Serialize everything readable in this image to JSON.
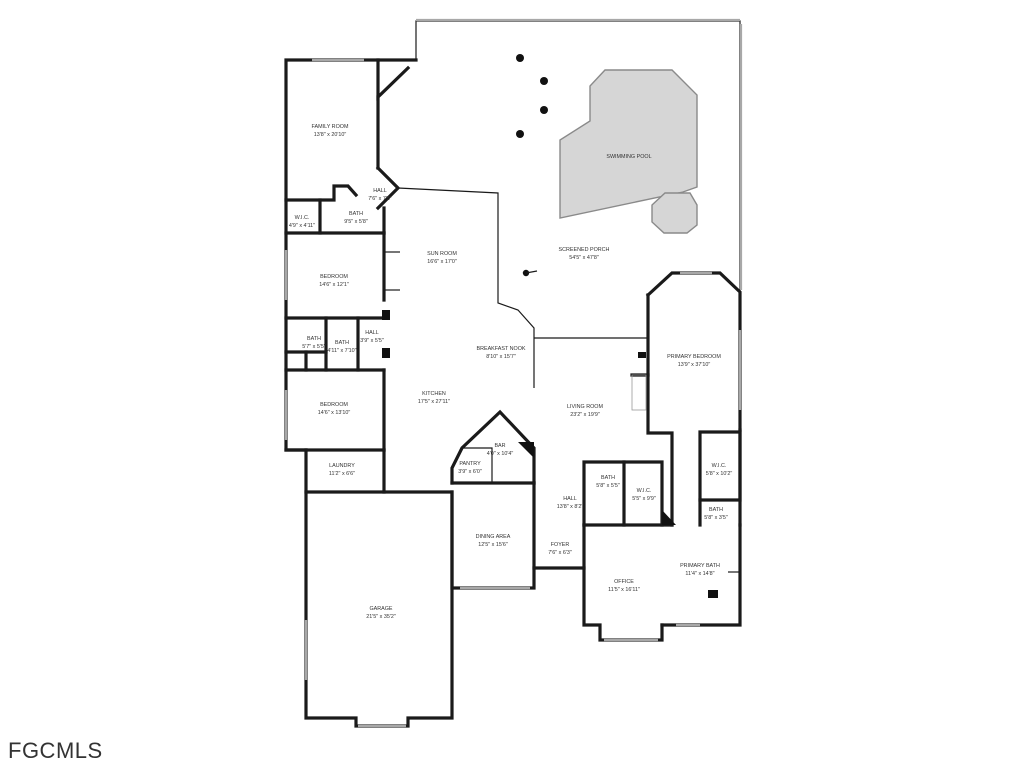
{
  "watermark": "FGCMLS",
  "rooms": {
    "family_room": {
      "name": "FAMILY ROOM",
      "size": "13'8\" x 20'10\""
    },
    "hall_top": {
      "name": "HALL",
      "size": "7'6\" x 7'5\""
    },
    "wic_left": {
      "name": "W.I.C.",
      "size": "4'9\" x 4'11\""
    },
    "bath_top": {
      "name": "BATH",
      "size": "9'5\" x 5'8\""
    },
    "sun_room": {
      "name": "SUN ROOM",
      "size": "16'6\" x 17'0\""
    },
    "screened_porch": {
      "name": "SCREENED PORCH",
      "size": "54'5\" x 47'8\""
    },
    "swimming_pool": {
      "name": "SWIMMING POOL"
    },
    "bedroom_1": {
      "name": "BEDROOM",
      "size": "14'6\" x 12'1\""
    },
    "bath_small_1": {
      "name": "BATH",
      "size": "5'7\" x 5'5\""
    },
    "bath_small_2": {
      "name": "BATH",
      "size": "4'11\" x 7'10\""
    },
    "hall_mid": {
      "name": "HALL",
      "size": "3'9\" x 5'5\""
    },
    "breakfast_nook": {
      "name": "BREAKFAST NOOK",
      "size": "8'10\" x 15'7\""
    },
    "primary_bedroom": {
      "name": "PRIMARY BEDROOM",
      "size": "13'9\" x 37'10\""
    },
    "kitchen": {
      "name": "KITCHEN",
      "size": "17'5\" x 27'11\""
    },
    "bedroom_2": {
      "name": "BEDROOM",
      "size": "14'6\" x 13'10\""
    },
    "living_room": {
      "name": "LIVING ROOM",
      "size": "23'2\" x 19'9\""
    },
    "bar": {
      "name": "BAR",
      "size": "4'0\" x 10'4\""
    },
    "pantry": {
      "name": "PANTRY",
      "size": "3'9\" x 6'0\""
    },
    "laundry": {
      "name": "LAUNDRY",
      "size": "11'2\" x 6'6\""
    },
    "bath_hall": {
      "name": "BATH",
      "size": "5'8\" x 5'5\""
    },
    "wic_center": {
      "name": "W.I.C.",
      "size": "5'5\" x 9'9\""
    },
    "wic_right": {
      "name": "W.I.C.",
      "size": "5'8\" x 10'2\""
    },
    "hall_lower": {
      "name": "HALL",
      "size": "13'8\" x 8'2\""
    },
    "bath_right": {
      "name": "BATH",
      "size": "5'8\" x 3'5\""
    },
    "dining_area": {
      "name": "DINING AREA",
      "size": "12'5\" x 15'6\""
    },
    "foyer": {
      "name": "FOYER",
      "size": "7'6\" x 6'3\""
    },
    "office": {
      "name": "OFFICE",
      "size": "11'5\" x 16'11\""
    },
    "primary_bath": {
      "name": "PRIMARY BATH",
      "size": "11'4\" x 14'8\""
    },
    "garage": {
      "name": "GARAGE",
      "size": "21'5\" x 35'2\""
    }
  }
}
